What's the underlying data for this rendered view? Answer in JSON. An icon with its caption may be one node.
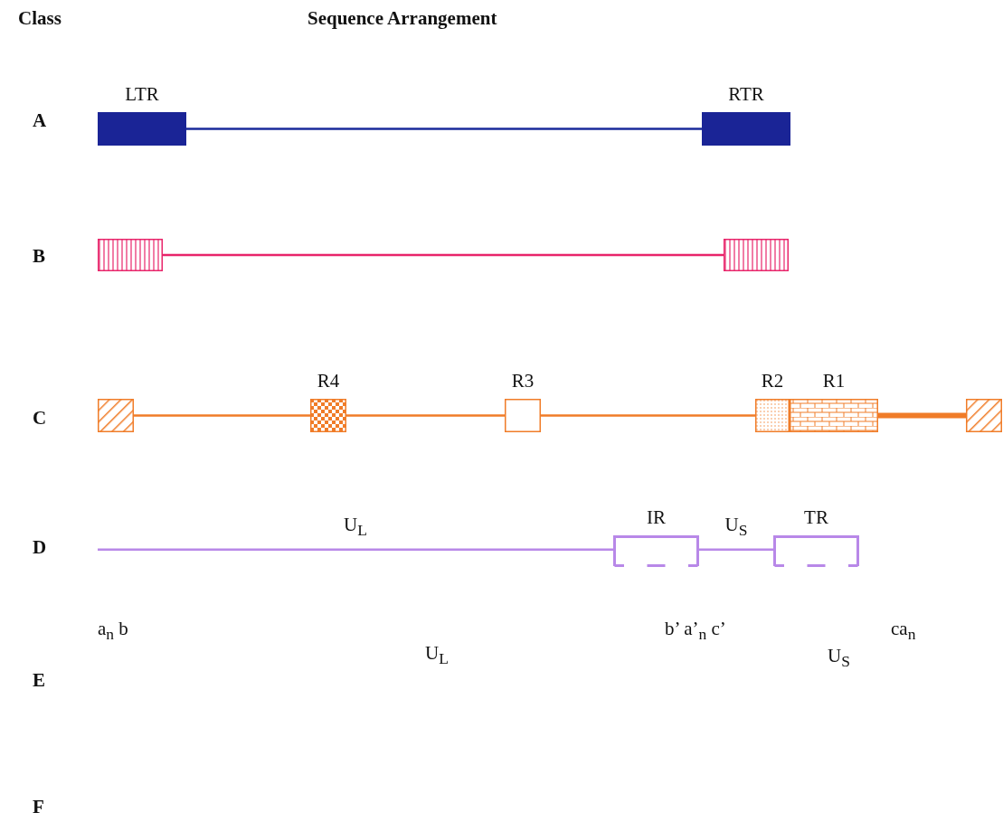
{
  "diagram": {
    "nodes": [
      {
        "text": [
          "LTR"
        ]
      },
      {
        "text": [
          "RTR"
        ]
      },
      {
        "text": [],
        "shape": "box"
      },
      {
        "text": [],
        "shape": "box"
      },
      {
        "text": [],
        "shape": "box"
      },
      {
        "text": [
          "R4"
        ]
      },
      {
        "text": [
          "R3"
        ]
      },
      {
        "text": [
          "R2"
        ]
      },
      {
        "text": [
          "R1"
        ]
      },
      {
        "text": [],
        "shape": "box"
      },
      {
        "text": [
          "IR"
        ]
      },
      {
        "text": [
          "TR"
        ]
      }
    ],
    "edges": [
      {
        "from": 0,
        "to": 1,
        "arrow": "none",
        "color": "#1a2a9a"
      },
      {
        "from": 2,
        "to": 3,
        "arrow": "none",
        "color": "#e8246a"
      },
      {
        "from": 4,
        "to": 5,
        "arrow": "none",
        "color": "#f07c28"
      },
      {
        "from": 5,
        "to": 6,
        "arrow": "none",
        "color": "#f07c28"
      },
      {
        "from": 6,
        "to": 7,
        "arrow": "none",
        "color": "#f07c28"
      },
      {
        "from": 8,
        "to": 9,
        "arrow": "none",
        "color": "#f07c28",
        "style": "thick"
      },
      {
        "from": null,
        "to": 10,
        "arrow": "none",
        "color": "#b888e8",
        "label": "U$_{L}$"
      },
      {
        "from": 10,
        "to": 11,
        "arrow": "none",
        "color": "#b888e8",
        "label": "U$_{S}$"
      }
    ],
    "labels": [
      "Class",
      "Sequence Arrangement",
      "A",
      "B",
      "C",
      "D",
      "E",
      "F",
      "a$_{n}$  b",
      "U$_{L}$",
      "b’ a’$_{n}$ c’",
      "U$_{S}$",
      "ca$_{n}$"
    ]
  }
}
